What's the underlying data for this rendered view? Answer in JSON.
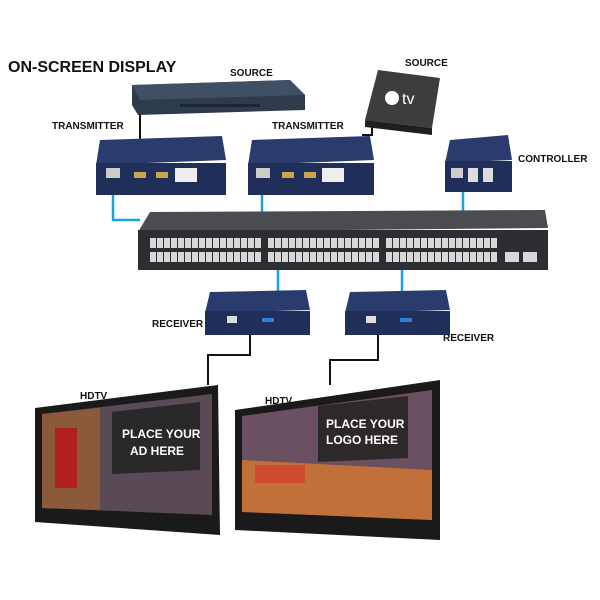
{
  "title": "ON-SCREEN DISPLAY",
  "labels": {
    "source_1": "SOURCE",
    "source_2": "SOURCE",
    "transmitter_1": "TRANSMITTER",
    "transmitter_2": "TRANSMITTER",
    "controller": "CONTROLLER",
    "receiver_1": "RECEIVER",
    "receiver_2": "RECEIVER",
    "hdtv_1": "HDTV",
    "hdtv_2": "HDTV"
  },
  "apple_tv_text": "tv",
  "screens": {
    "left": [
      "PLACE YOUR",
      "AD HERE"
    ],
    "right": [
      "PLACE YOUR",
      "LOGO HERE"
    ]
  },
  "colors": {
    "device_navy": "#1f2f5a",
    "cable_blue": "#1aa3d9",
    "switch_gray": "#2c2e31"
  }
}
